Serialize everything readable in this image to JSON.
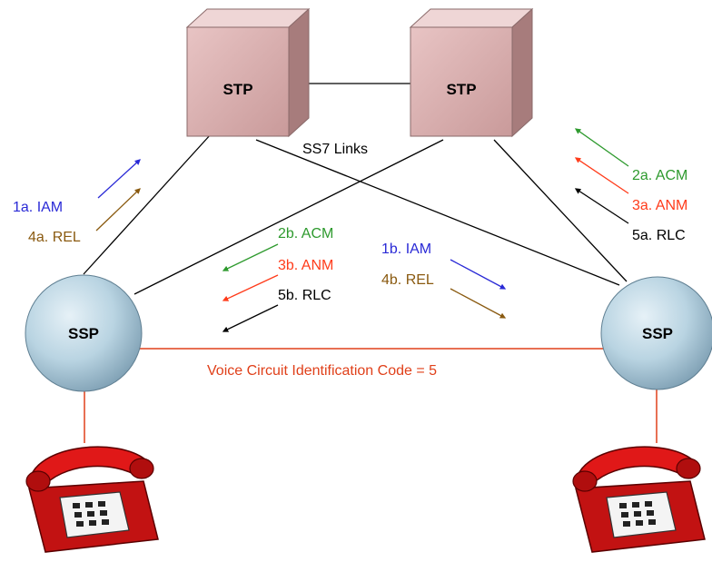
{
  "nodes": {
    "stp_left": "STP",
    "stp_right": "STP",
    "ssp_left": "SSP",
    "ssp_right": "SSP"
  },
  "links_label": "SS7 Links",
  "voice_circuit_label": "Voice Circuit Identification Code = 5",
  "messages": {
    "left_1a": "1a. IAM",
    "left_4a": "4a. REL",
    "center_2b": "2b. ACM",
    "center_3b": "3b. ANM",
    "center_5b": "5b. RLC",
    "center_1b": "1b. IAM",
    "center_4b": "4b. REL",
    "right_2a": "2a. ACM",
    "right_3a": "3a. ANM",
    "right_5a": "5a. RLC"
  },
  "colors": {
    "iam": "#2a2ad6",
    "rel": "#8a5a10",
    "acm": "#2e9a2e",
    "anm": "#ff3b1a",
    "rlc": "#000000",
    "voice": "#e0401a",
    "stp_face": "#d8a8a8",
    "ssp_fill": "#b9d4e2"
  },
  "icons": [
    "telephone-icon",
    "telephone-icon"
  ]
}
